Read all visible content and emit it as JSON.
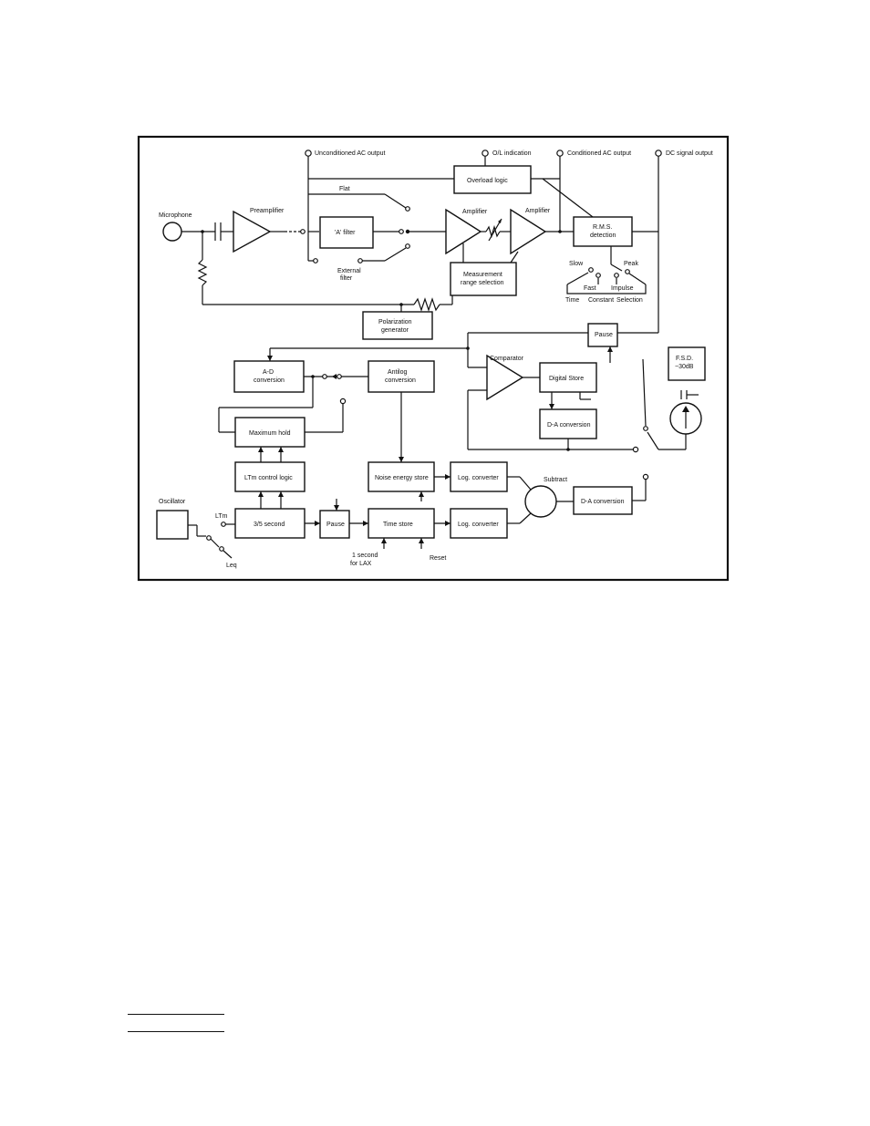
{
  "labels": {
    "microphone": "Microphone",
    "preamplifier": "Preamplifier",
    "unconditioned_ac_output": "Unconditioned AC output",
    "ol_indication": "O/L indication",
    "conditioned_ac_output": "Conditioned AC output",
    "dc_signal_output": "DC signal output",
    "overload_logic": "Overload logic",
    "flat": "Flat",
    "a_filter": "'A' filter",
    "external_filter_1": "External",
    "external_filter_2": "filter",
    "amplifier_1": "Amplifier",
    "amplifier_2": "Amplifier",
    "rms_detection_1": "R.M.S.",
    "rms_detection_2": "detection",
    "measurement_range_1": "Measurement",
    "measurement_range_2": "range selection",
    "slow": "Slow",
    "peak": "Peak",
    "fast": "Fast",
    "impulse": "Impulse",
    "time": "Time",
    "constant": "Constant",
    "selection": "Selection",
    "polarization_1": "Polarization",
    "polarization_2": "generator",
    "pause_top": "Pause",
    "fsd_1": "F.S.D.",
    "fsd_2": "−30dB",
    "ad_conversion_1": "A-D",
    "ad_conversion_2": "conversion",
    "antilog_1": "Antilog",
    "antilog_2": "conversion",
    "comparator": "Comparator",
    "digital_store": "Digital Store",
    "da_conversion_mid": "D-A conversion",
    "maximum_hold": "Maximum hold",
    "ltm_control_logic": "LTm control logic",
    "noise_energy_store": "Noise energy store",
    "log_converter_1": "Log. converter",
    "log_converter_2": "Log. converter",
    "subtract": "Subtract",
    "da_conversion_right": "D-A conversion",
    "oscillator": "Oscillator",
    "ltm_switch": "LTm",
    "leq_switch": "Leq",
    "three_five_second": "3/5 second",
    "pause_bottom": "Pause",
    "time_store": "Time store",
    "one_second_1": "1 second",
    "one_second_2": "for LAX",
    "reset": "Reset"
  }
}
